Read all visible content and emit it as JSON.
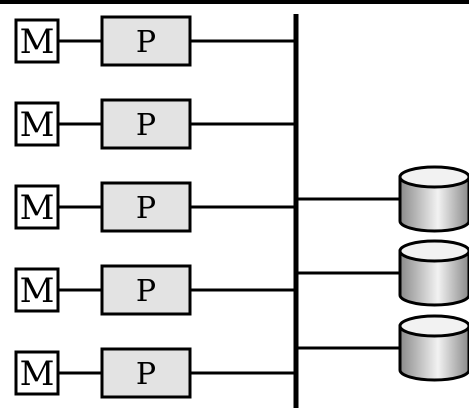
{
  "diagram": {
    "nodes": [
      {
        "memory_label": "M",
        "processor_label": "P"
      },
      {
        "memory_label": "M",
        "processor_label": "P"
      },
      {
        "memory_label": "M",
        "processor_label": "P"
      },
      {
        "memory_label": "M",
        "processor_label": "P"
      },
      {
        "memory_label": "M",
        "processor_label": "P"
      }
    ],
    "disks": [
      {
        "kind": "disk"
      },
      {
        "kind": "disk"
      },
      {
        "kind": "disk"
      }
    ],
    "colors": {
      "line": "#000000",
      "memory_fill": "#ffffff",
      "processor_fill": "#e3e3e3",
      "disk_light": "#f2f2f2",
      "disk_dark": "#8a8a8a"
    }
  }
}
